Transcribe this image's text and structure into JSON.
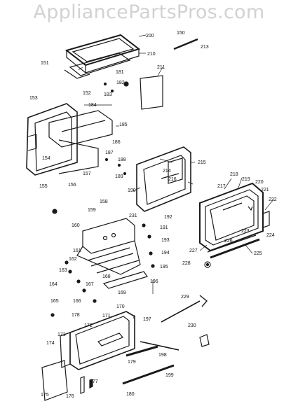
{
  "watermark": "AppliancePartsPros.com",
  "labels": [
    "150",
    "151",
    "152",
    "153",
    "154",
    "155",
    "156",
    "157",
    "158",
    "159",
    "160",
    "161",
    "162",
    "163",
    "164",
    "165",
    "166",
    "167",
    "168",
    "169",
    "170",
    "171",
    "172",
    "173",
    "174",
    "175",
    "176",
    "177",
    "178",
    "179",
    "180",
    "181",
    "182",
    "183",
    "184",
    "185",
    "186",
    "187",
    "188",
    "189",
    "190",
    "191",
    "192",
    "193",
    "194",
    "195",
    "196",
    "197",
    "198",
    "199",
    "200",
    "210",
    "211",
    "213",
    "214",
    "215",
    "216",
    "217",
    "218",
    "219",
    "220",
    "221",
    "222",
    "223",
    "224",
    "225",
    "226",
    "227",
    "228",
    "229",
    "230",
    "231"
  ]
}
